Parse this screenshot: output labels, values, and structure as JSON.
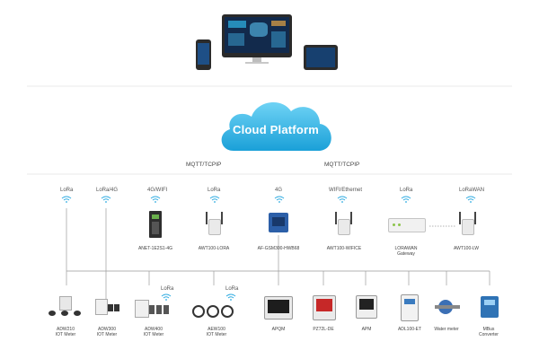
{
  "cloud": {
    "label": "Cloud Platform"
  },
  "links": {
    "left": "MQTT/TCPIP",
    "right": "MQTT/TCPIP"
  },
  "gateways": [
    {
      "protocol": "LoRa",
      "label": ""
    },
    {
      "protocol": "LoRa/4G",
      "label": ""
    },
    {
      "protocol": "4G/WIFI",
      "label": "ANET-1E2S1-4G"
    },
    {
      "protocol": "LoRa",
      "label": "AWT100-LORA"
    },
    {
      "protocol": "4G",
      "label": "AF-GSM300-HWB68"
    },
    {
      "protocol": "WIFI/Ethernet",
      "label": "AWT100-WIFICE"
    },
    {
      "protocol": "LoRa",
      "label": "LORAWAN Gateway"
    },
    {
      "protocol": "LoRaWAN",
      "label": "AWT100-LW"
    }
  ],
  "devices": [
    {
      "label": "ADW210\nIOT Meter"
    },
    {
      "label": "ADW300\nIOT Meter"
    },
    {
      "label": "ADW400\nIOT Meter",
      "protocol": "LoRa"
    },
    {
      "label": "AEW100\nIOT Meter",
      "protocol": "LoRa"
    },
    {
      "label": "APQM"
    },
    {
      "label": "PZ72L-DE"
    },
    {
      "label": "APM"
    },
    {
      "label": "ADL100-ET"
    },
    {
      "label": "Water meter"
    },
    {
      "label": "MBus\nConverter"
    }
  ],
  "colors": {
    "cloud": "#2fb7e8",
    "line": "#9a9a9a",
    "wifi": "#2aa9e0"
  }
}
